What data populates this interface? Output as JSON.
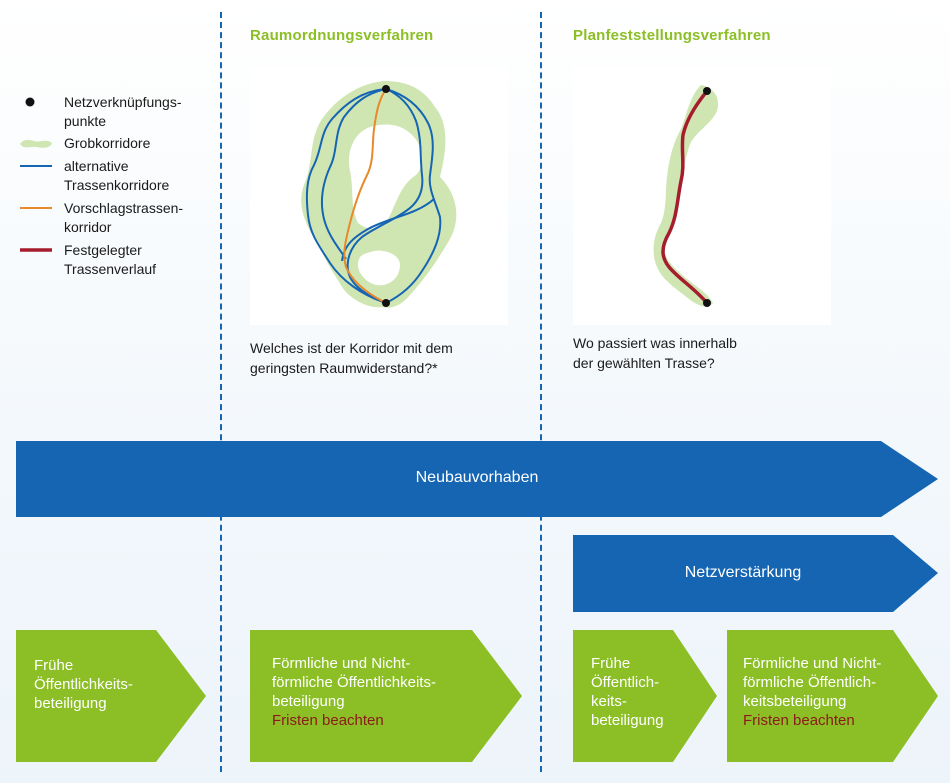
{
  "phases": {
    "raumordnung": {
      "title": "Raumordnungsverfahren",
      "question": "Welches ist der Korridor mit dem\ngeringsten Raumwiderstand?*"
    },
    "planfeststellung": {
      "title": "Planfeststellungsverfahren",
      "question": "Wo passiert was innerhalb\nder gewählten Trasse?"
    }
  },
  "legend": {
    "items": [
      {
        "symbol": "dot-icon",
        "label": "Netzverknüpfungs-\npunkte"
      },
      {
        "symbol": "green-blob-icon",
        "label": "Grobkorridore"
      },
      {
        "symbol": "blue-line-icon",
        "label": "alternative\nTrassenkorridore"
      },
      {
        "symbol": "orange-line-icon",
        "label": "Vorschlagstrassen-\nkorridor"
      },
      {
        "symbol": "red-line-icon",
        "label": "Festgelegter\nTrassenverlauf"
      }
    ]
  },
  "arrows": {
    "neubau": "Neubauvorhaben",
    "netzverstaerkung": "Netzverstärkung"
  },
  "steps": [
    {
      "text": "Frühe\nÖffentlichkeits-\nbeteiligung",
      "note": ""
    },
    {
      "text": "Förmliche und Nicht-\nförmliche Öffentlichkeits-\nbeteiligung",
      "note": "Fristen beachten"
    },
    {
      "text": "Frühe\nÖffentlich-\nkeits-\nbeteiligung",
      "note": ""
    },
    {
      "text": "Förmliche und Nicht-\nförmliche Öffentlich-\nkeitsbeteiligung",
      "note": "Fristen beachten"
    }
  ],
  "colors": {
    "blue": "#1565b3",
    "green": "#8cbf26",
    "corridor_green": "#cfe6b3",
    "orange": "#e8892c",
    "red": "#a51d2d",
    "warning_text": "#8b1a1a"
  }
}
